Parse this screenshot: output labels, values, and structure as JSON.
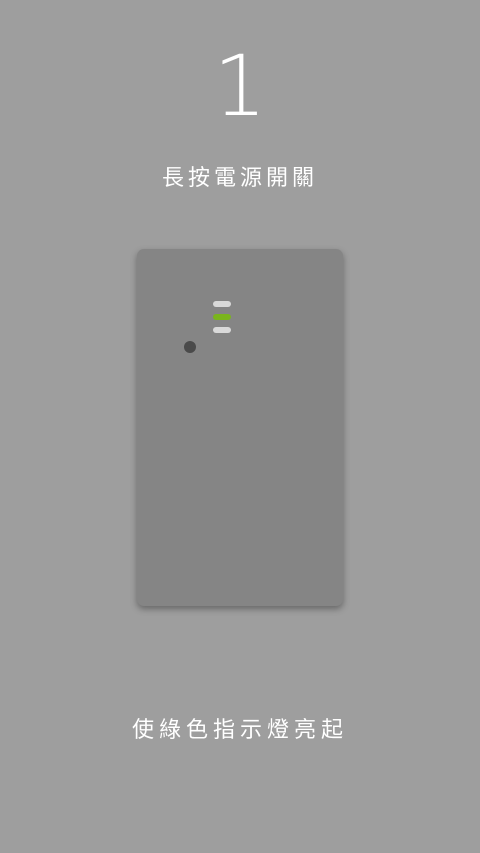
{
  "step": {
    "number": "1",
    "instruction_top": "長按電源開關",
    "instruction_bottom": "使綠色指示燈亮起"
  },
  "colors": {
    "background": "#9e9e9e",
    "device_body": "#858585",
    "led_off": "#d9d9d9",
    "led_on": "#7ab51d",
    "power_button": "#4a4a4a"
  },
  "device": {
    "leds": [
      {
        "state": "off"
      },
      {
        "state": "on"
      },
      {
        "state": "off"
      }
    ],
    "power_button_icon": "power-button-dot"
  }
}
